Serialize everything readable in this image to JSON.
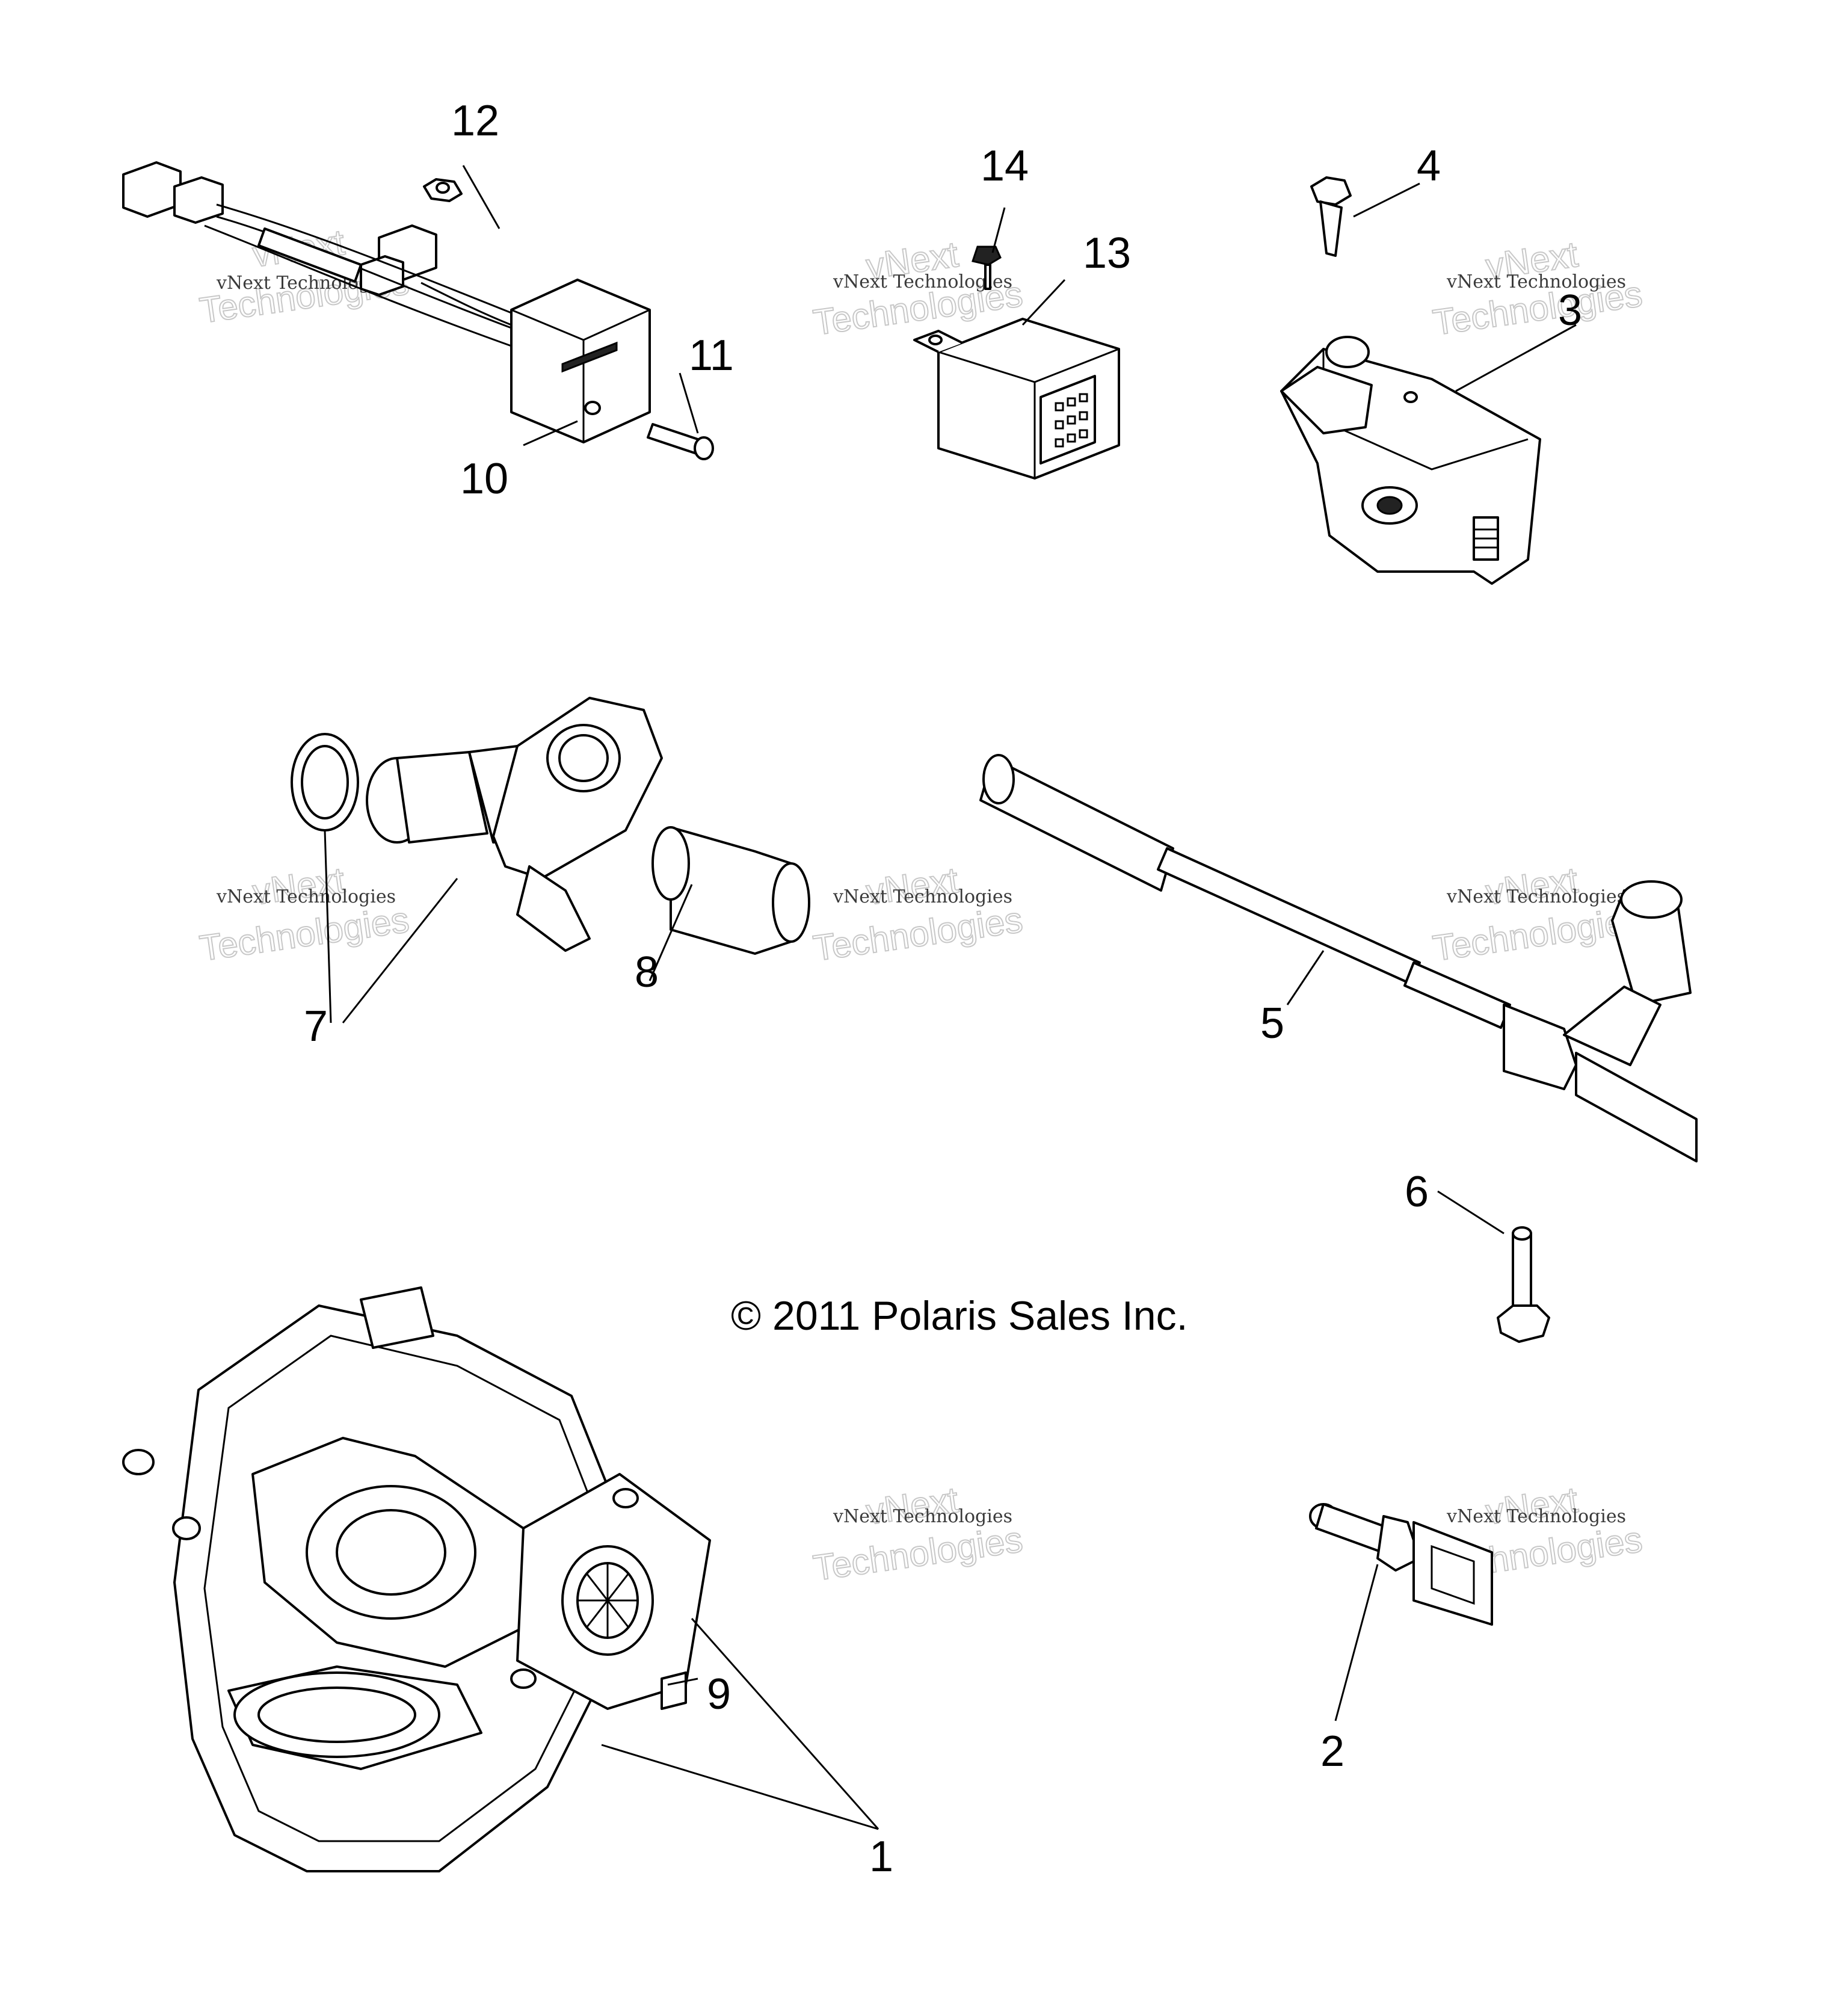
{
  "diagram": {
    "copyright": "© 2011 Polaris Sales Inc.",
    "watermark": {
      "small": "vNext Technologies",
      "big_line1": "vNext",
      "big_line2": "Technologies"
    },
    "callouts": [
      "1",
      "2",
      "3",
      "4",
      "5",
      "6",
      "7",
      "8",
      "9",
      "10",
      "11",
      "12",
      "13",
      "14"
    ],
    "colors": {
      "line": "#000000",
      "background": "#ffffff",
      "watermark": "#c8c8c8"
    }
  }
}
